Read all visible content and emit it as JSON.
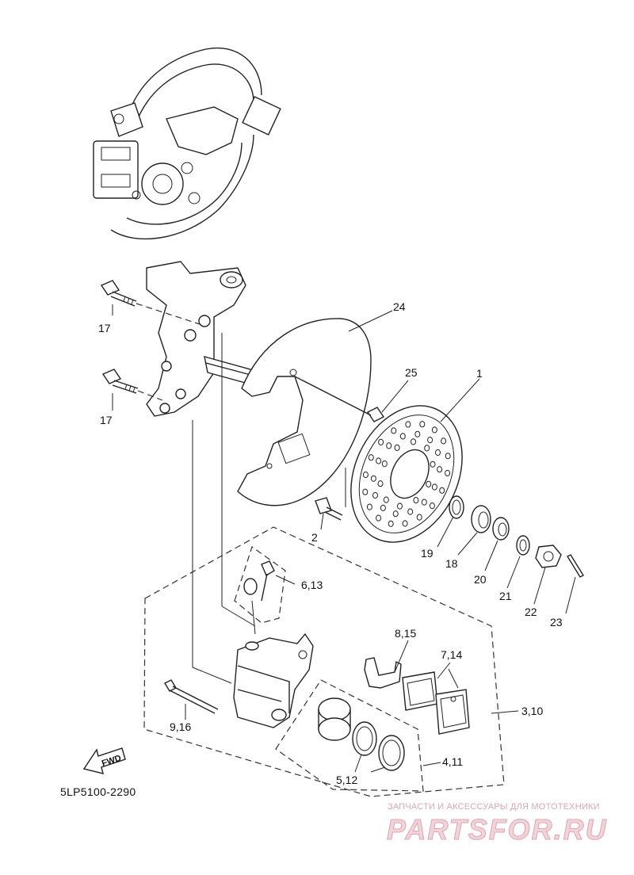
{
  "diagram_code": "5LP5100-2290",
  "fwd_label": "FWD",
  "watermark": {
    "subtitle": "ЗАПЧАСТИ И АКСЕССУАРЫ ДЛЯ МОТОТЕХНИКИ",
    "brand": "PARTSFOR.RU"
  },
  "callouts": {
    "p1": "1",
    "p2": "2",
    "p3_10": "3,10",
    "p4_11": "4,11",
    "p5_12": "5,12",
    "p6_13": "6,13",
    "p7_14": "7,14",
    "p8_15": "8,15",
    "p9_16": "9,16",
    "p17_upper": "17",
    "p17_lower": "17",
    "p18": "18",
    "p19": "19",
    "p20": "20",
    "p21": "21",
    "p22": "22",
    "p23": "23",
    "p24": "24",
    "p25": "25"
  }
}
